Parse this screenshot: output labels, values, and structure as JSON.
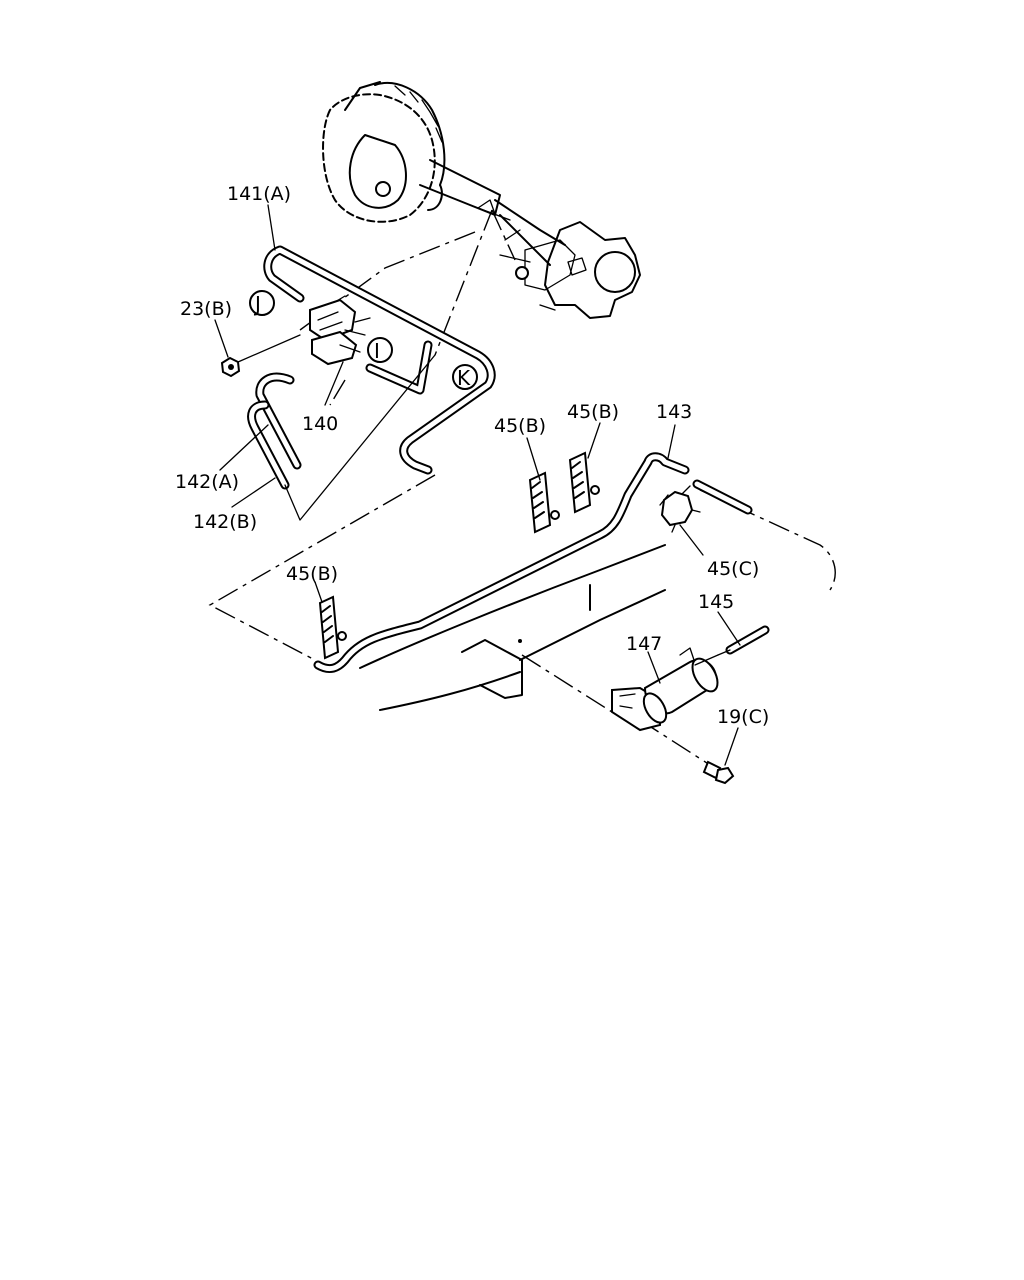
{
  "labels": {
    "l141A": "141(A)",
    "l23B": "23(B)",
    "l140": "140",
    "l142A": "142(A)",
    "l142B": "142(B)",
    "l45B_1": "45(B)",
    "l45B_2": "45(B)",
    "l45B_3": "45(B)",
    "l143": "143",
    "l45C": "45(C)",
    "l145": "145",
    "l147": "147",
    "l19C": "19(C)"
  },
  "circle_refs": {
    "J": "J",
    "I": "I",
    "K": "K"
  }
}
